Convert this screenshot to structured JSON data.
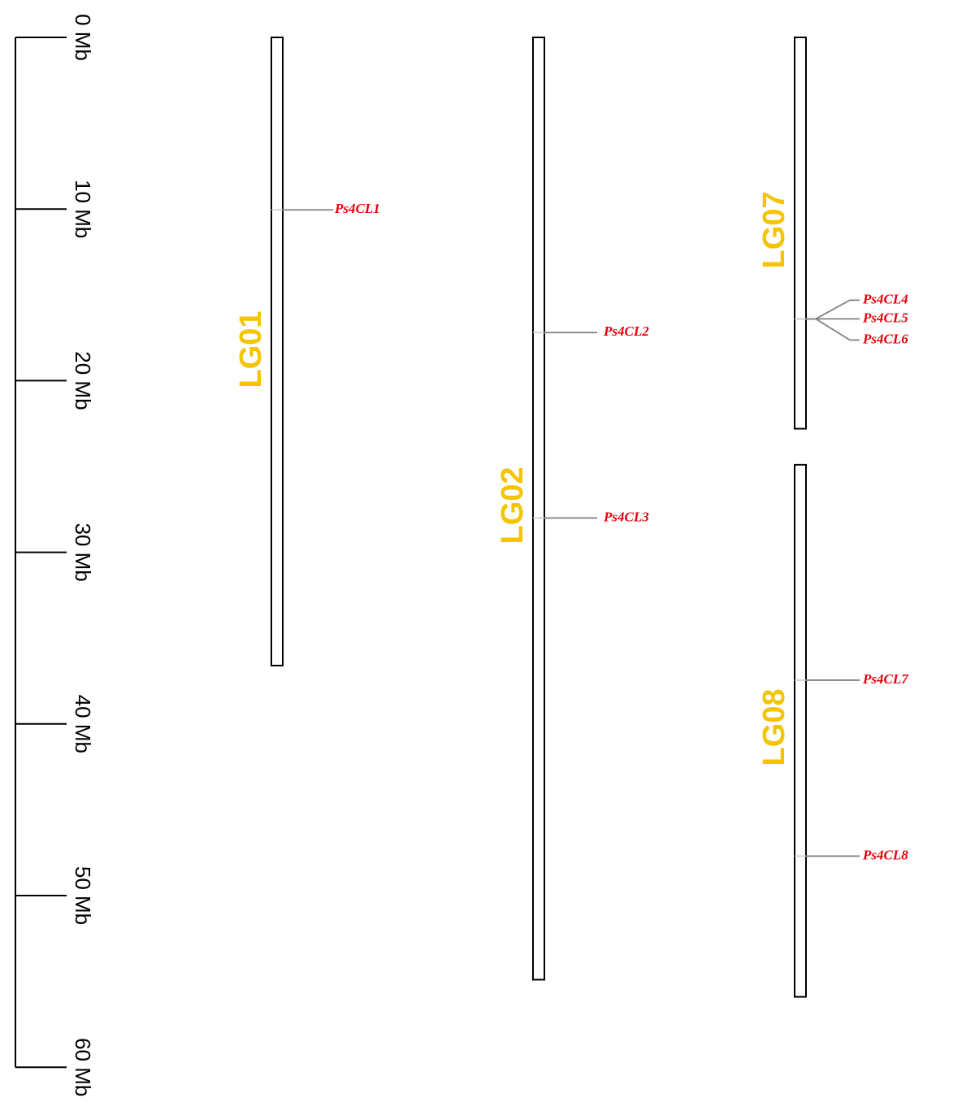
{
  "colors": {
    "chromosome_label": "#F5C400",
    "gene_label": "#E8000B",
    "connector": "#808080",
    "chromosome_outline": "#000000",
    "scale": "#000000"
  },
  "scale": {
    "unit": "Mb",
    "max_mb": 60,
    "ticks": [
      {
        "value": 0,
        "label": "0 Mb"
      },
      {
        "value": 10,
        "label": "10 Mb"
      },
      {
        "value": 20,
        "label": "20 Mb"
      },
      {
        "value": 30,
        "label": "30 Mb"
      },
      {
        "value": 40,
        "label": "40 Mb"
      },
      {
        "value": 50,
        "label": "50 Mb"
      },
      {
        "value": 60,
        "label": "60 Mb"
      }
    ]
  },
  "chromosomes": [
    {
      "name": "LG01",
      "start_mb": 0,
      "end_mb": 36.6,
      "genes": [
        {
          "name": "Ps4CL1",
          "position_mb": 10.05
        }
      ]
    },
    {
      "name": "LG02",
      "start_mb": 0,
      "end_mb": 54.9,
      "genes": [
        {
          "name": "Ps4CL2",
          "position_mb": 17.2
        },
        {
          "name": "Ps4CL3",
          "position_mb": 28.0
        }
      ]
    },
    {
      "name": "LG07",
      "start_mb": 0,
      "end_mb": 22.8,
      "genes": [
        {
          "name": "Ps4CL4",
          "position_mb": 16.4
        },
        {
          "name": "Ps4CL5",
          "position_mb": 16.4
        },
        {
          "name": "Ps4CL6",
          "position_mb": 16.4
        }
      ]
    },
    {
      "name": "LG08",
      "start_mb": 24.9,
      "end_mb": 55.9,
      "genes": [
        {
          "name": "Ps4CL7",
          "position_mb": 37.45
        },
        {
          "name": "Ps4CL8",
          "position_mb": 47.7
        }
      ]
    }
  ]
}
